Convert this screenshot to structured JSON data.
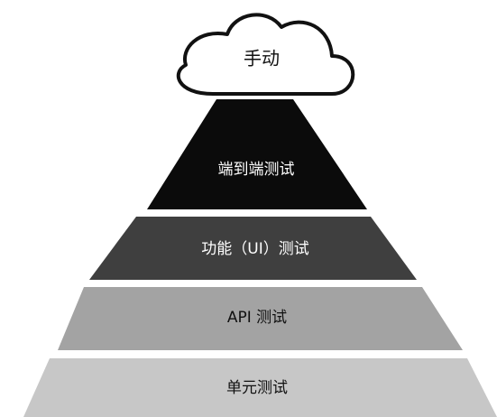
{
  "cloud": {
    "label": "手动",
    "fill": "#ffffff",
    "stroke": "#111111",
    "text_color": "#111111"
  },
  "layers": [
    {
      "label": "端到端测试",
      "fill": "#0b0b0b",
      "text_color": "#ffffff"
    },
    {
      "label": "功能（UI）测试",
      "fill": "#3f3f3f",
      "text_color": "#ffffff"
    },
    {
      "label": "API 测试",
      "fill": "#a3a3a3",
      "text_color": "#111111"
    },
    {
      "label": "单元测试",
      "fill": "#c7c7c7",
      "text_color": "#111111"
    }
  ]
}
